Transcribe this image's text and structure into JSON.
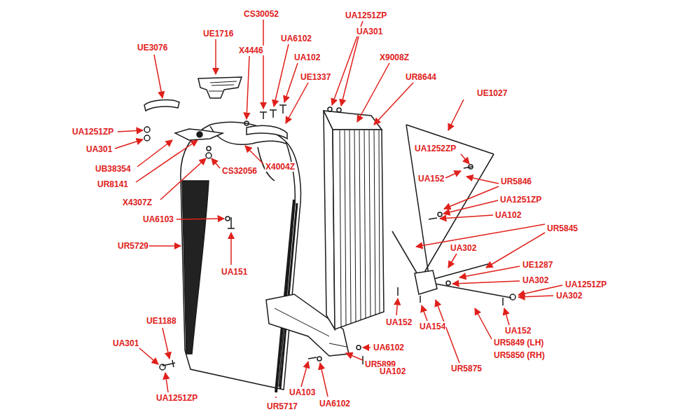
{
  "diagram": {
    "labels": [
      "CS30052",
      "UA1251ZP",
      "UE1716",
      "UA301",
      "UA6102",
      "X4446",
      "UE3076",
      "UA102",
      "X9008Z",
      "UR8644",
      "UE1337",
      "UE1027",
      "UA1251ZP",
      "UA301",
      "UA1252ZP",
      "X4004Z",
      "UB38354",
      "UR8141",
      "CS32056",
      "UA152",
      "UR5846",
      "UA1251ZP",
      "X4307Z",
      "UA102",
      "UA6103",
      "UR5845",
      "UR5729",
      "UA302",
      "UA151",
      "UE1287",
      "UA302",
      "UA1251ZP",
      "UA302",
      "UE1188",
      "UA152",
      "UA154",
      "UA152",
      "UR5849 (LH)",
      "UR5850 (RH)",
      "UA301",
      "UA6102",
      "UR5899",
      "UA102",
      "UR5875",
      "UA103",
      "UA6102",
      "UA1251ZP",
      "UR5717"
    ]
  }
}
